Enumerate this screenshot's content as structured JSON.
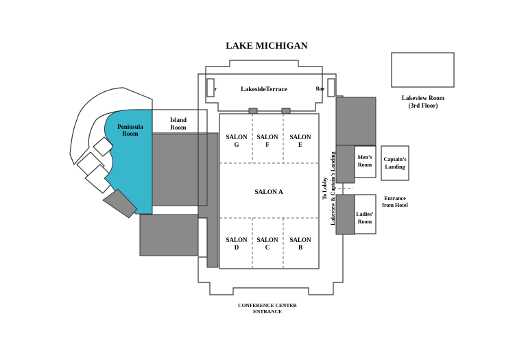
{
  "title": "LAKE MICHIGAN",
  "rooms": {
    "lakeside_terrace": "LakesideTerrace",
    "bar_left": "Bar",
    "bar_right": "Bar",
    "peninsula": [
      "Peninsula",
      "Room"
    ],
    "island": [
      "Island",
      "Room"
    ],
    "salon_g": [
      "SALON",
      "G"
    ],
    "salon_f": [
      "SALON",
      "F"
    ],
    "salon_e": [
      "SALON",
      "E"
    ],
    "salon_a": "SALON A",
    "salon_d": [
      "SALON",
      "D"
    ],
    "salon_c": [
      "SALON",
      "C"
    ],
    "salon_b": [
      "SALON",
      "B"
    ],
    "mens": [
      "Men’s",
      "Room"
    ],
    "captains": [
      "Captain’s",
      "Landing"
    ],
    "ladies": [
      "Ladies’",
      "Room"
    ],
    "lakeview_room": [
      "Lakeview Room",
      "(3rd Floor)"
    ],
    "entrance_hotel": [
      "Entrance",
      "from Hotel"
    ],
    "corridor": "Lakeview & Captain’s Landing",
    "to_lobby": "To Lobby",
    "conference_entrance": [
      "CONFERENCE CENTER",
      "ENTRANCE"
    ]
  },
  "colors": {
    "highlight": "#38b6cc",
    "service": "#8a8a8a"
  }
}
